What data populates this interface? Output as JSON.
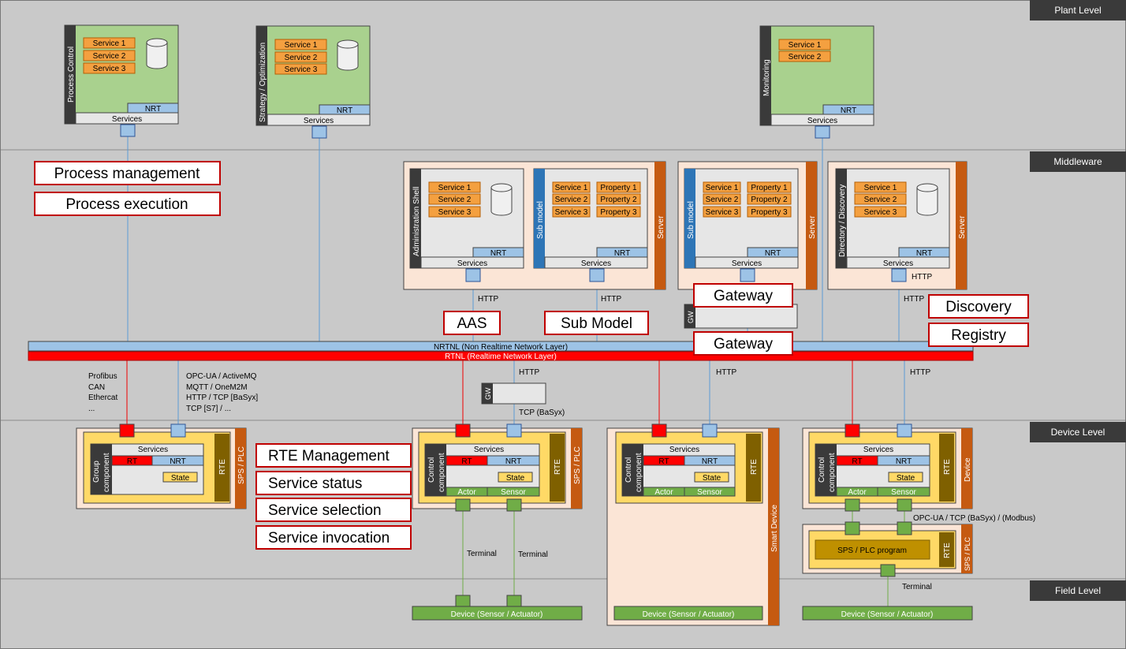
{
  "levels": {
    "plant": "Plant Level",
    "middleware": "Middleware",
    "device": "Device Level",
    "field": "Field Level"
  },
  "plant": {
    "process_control": {
      "title": "Process Control",
      "services": [
        "Service 1",
        "Service 2",
        "Service 3"
      ],
      "nrt": "NRT",
      "services_bar": "Services"
    },
    "strategy": {
      "title": "Strategy / Optimization",
      "services": [
        "Service 1",
        "Service 2",
        "Service 3"
      ],
      "nrt": "NRT",
      "services_bar": "Services"
    },
    "monitoring": {
      "title": "Monitoring",
      "services": [
        "Service 1",
        "Service 2"
      ],
      "nrt": "NRT",
      "services_bar": "Services"
    }
  },
  "middleware": {
    "admin_shell": {
      "title": "Administration Shell",
      "services": [
        "Service 1",
        "Service 2",
        "Service 3"
      ],
      "nrt": "NRT",
      "services_bar": "Services"
    },
    "submodel_a": {
      "title": "Sub model",
      "services": [
        "Service 1",
        "Service 2",
        "Service 3"
      ],
      "properties": [
        "Property 1",
        "Property 2",
        "Property 3"
      ],
      "nrt": "NRT",
      "services_bar": "Services"
    },
    "server_1": "Server",
    "submodel_b": {
      "title": "Sub model",
      "services": [
        "Service 1",
        "Service 2",
        "Service 3"
      ],
      "properties": [
        "Property 1",
        "Property 2",
        "Property 3"
      ],
      "nrt": "NRT",
      "services_bar": "Services"
    },
    "server_2": "Server",
    "directory": {
      "title": "Directory / Discovery",
      "services": [
        "Service 1",
        "Service 2",
        "Service 3"
      ],
      "nrt": "NRT",
      "services_bar": "Services"
    },
    "server_3": "Server",
    "http": "HTTP",
    "gw": "GW"
  },
  "network": {
    "nrtnl": "NRTNL (Non Realtime Network Layer)",
    "rtnl": "RTNL (Realtime Network Layer)",
    "left_protocols": [
      "Profibus",
      "CAN",
      "Ethercat",
      "..."
    ],
    "right_protocols": [
      "OPC-UA / ActiveMQ",
      "MQTT / OneM2M",
      "HTTP / TCP [BaSyx]",
      "TCP [S7] / ..."
    ],
    "http": "HTTP",
    "gw": "GW",
    "tcp_basyx": "TCP (BaSyx)"
  },
  "callouts": {
    "process_management": "Process management",
    "process_execution": "Process execution",
    "aas": "AAS",
    "sub_model": "Sub Model",
    "gateway_1": "Gateway",
    "gateway_2": "Gateway",
    "discovery": "Discovery",
    "registry": "Registry",
    "rte_management": "RTE Management",
    "service_status": "Service status",
    "service_selection": "Service selection",
    "service_invocation": "Service invocation"
  },
  "devices": {
    "group": {
      "title": "Group component",
      "services": "Services",
      "rt": "RT",
      "nrt": "NRT",
      "state": "State",
      "rte": "RTE",
      "sps": "SPS / PLC"
    },
    "control_1": {
      "title": "Control component",
      "services": "Services",
      "rt": "RT",
      "nrt": "NRT",
      "state": "State",
      "actor": "Actor",
      "sensor": "Sensor",
      "rte": "RTE",
      "sps": "SPS / PLC"
    },
    "control_2": {
      "title": "Control component",
      "services": "Services",
      "rt": "RT",
      "nrt": "NRT",
      "state": "State",
      "actor": "Actor",
      "sensor": "Sensor",
      "rte": "RTE",
      "smart": "Smart Device"
    },
    "control_3": {
      "title": "Control component",
      "services": "Services",
      "rt": "RT",
      "nrt": "NRT",
      "state": "State",
      "actor": "Actor",
      "sensor": "Sensor",
      "rte": "RTE",
      "device": "Device"
    },
    "opc_modbus": "OPC-UA / TCP (BaSyx) / (Modbus)",
    "plc_program": "SPS / PLC program",
    "rte_small": "RTE",
    "sps_small": "SPS / PLC",
    "terminal": "Terminal"
  },
  "field": {
    "device_1": "Device (Sensor / Actuator)",
    "device_2": "Device (Sensor / Actuator)",
    "device_3": "Device (Sensor / Actuator)"
  }
}
